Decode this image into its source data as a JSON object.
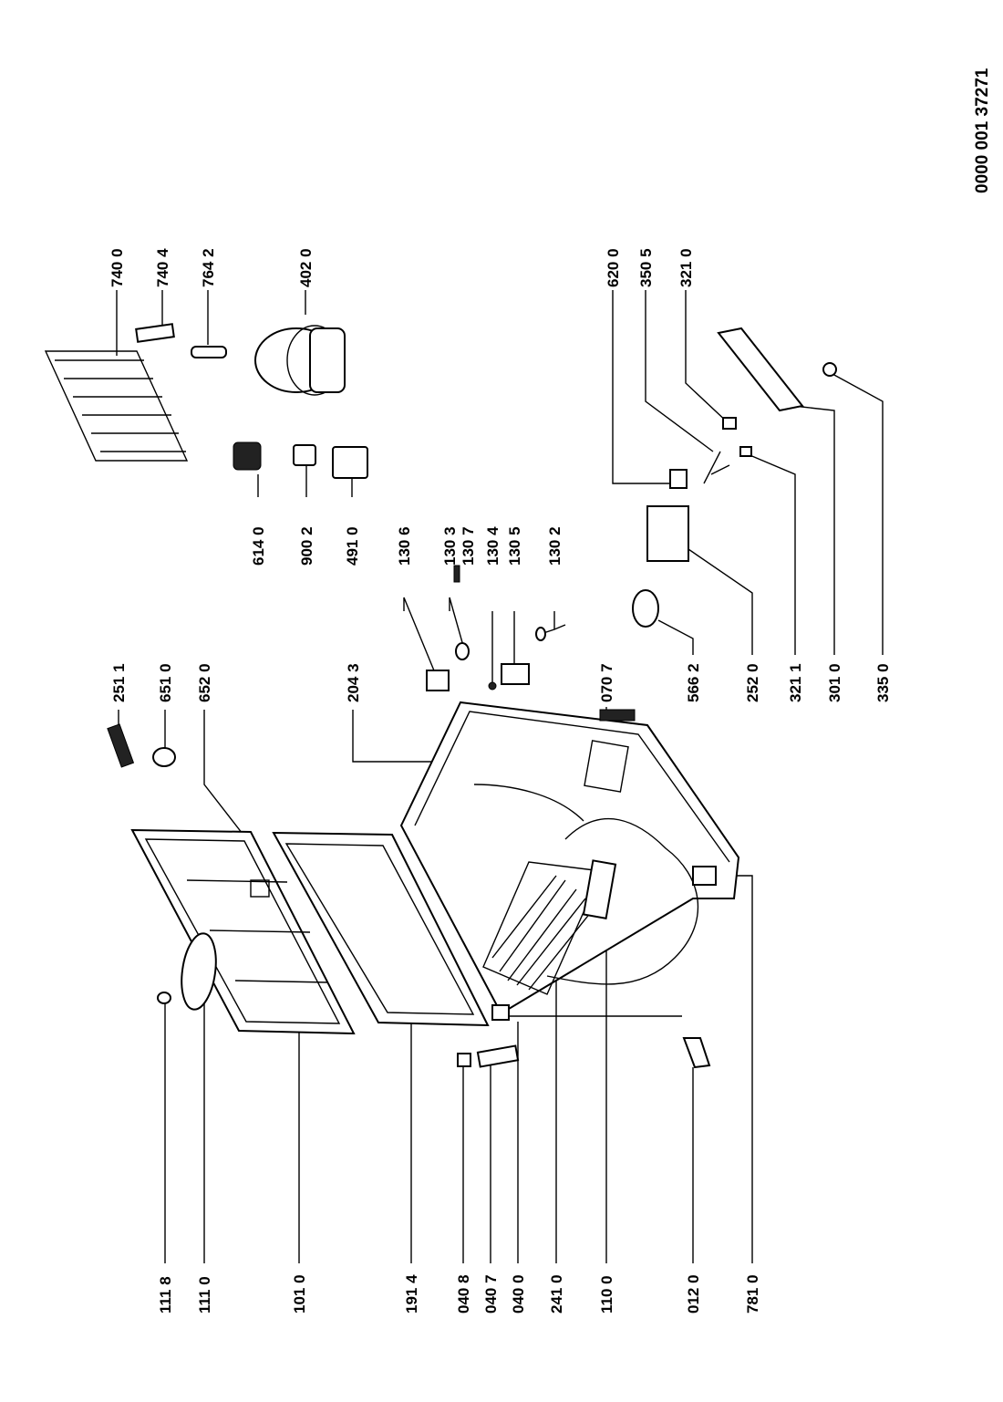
{
  "document_number": "0000 001 37271",
  "labels": [
    {
      "id": "p1118",
      "text": "111 8"
    },
    {
      "id": "p1110",
      "text": "111 0"
    },
    {
      "id": "p1010",
      "text": "101 0"
    },
    {
      "id": "p1914",
      "text": "191 4"
    },
    {
      "id": "p0408",
      "text": "040 8"
    },
    {
      "id": "p0407",
      "text": "040 7"
    },
    {
      "id": "p0400",
      "text": "040 0"
    },
    {
      "id": "p2410",
      "text": "241 0"
    },
    {
      "id": "p1100",
      "text": "110 0"
    },
    {
      "id": "p0120",
      "text": "012 0"
    },
    {
      "id": "p7810",
      "text": "781 0"
    },
    {
      "id": "p2511",
      "text": "251 1"
    },
    {
      "id": "p6510",
      "text": "651 0"
    },
    {
      "id": "p6520",
      "text": "652 0"
    },
    {
      "id": "p2043",
      "text": "204 3"
    },
    {
      "id": "p0707",
      "text": "070 7"
    },
    {
      "id": "p5662",
      "text": "566 2"
    },
    {
      "id": "p2520",
      "text": "252 0"
    },
    {
      "id": "p3211",
      "text": "321 1"
    },
    {
      "id": "p3010",
      "text": "301 0"
    },
    {
      "id": "p3350",
      "text": "335 0"
    },
    {
      "id": "p1306",
      "text": "130 6"
    },
    {
      "id": "p1303",
      "text": "130 3"
    },
    {
      "id": "p1307",
      "text": "130 7"
    },
    {
      "id": "p1304",
      "text": "130 4"
    },
    {
      "id": "p1305",
      "text": "130 5"
    },
    {
      "id": "p1302",
      "text": "130 2"
    },
    {
      "id": "p6140",
      "text": "614 0"
    },
    {
      "id": "p9002",
      "text": "900 2"
    },
    {
      "id": "p4910",
      "text": "491 0"
    },
    {
      "id": "p7400",
      "text": "740 0"
    },
    {
      "id": "p7404",
      "text": "740 4"
    },
    {
      "id": "p7642",
      "text": "764 2"
    },
    {
      "id": "p4020",
      "text": "402 0"
    },
    {
      "id": "p6200",
      "text": "620 0"
    },
    {
      "id": "p3505",
      "text": "350 5"
    },
    {
      "id": "p3210",
      "text": "321 0"
    }
  ]
}
